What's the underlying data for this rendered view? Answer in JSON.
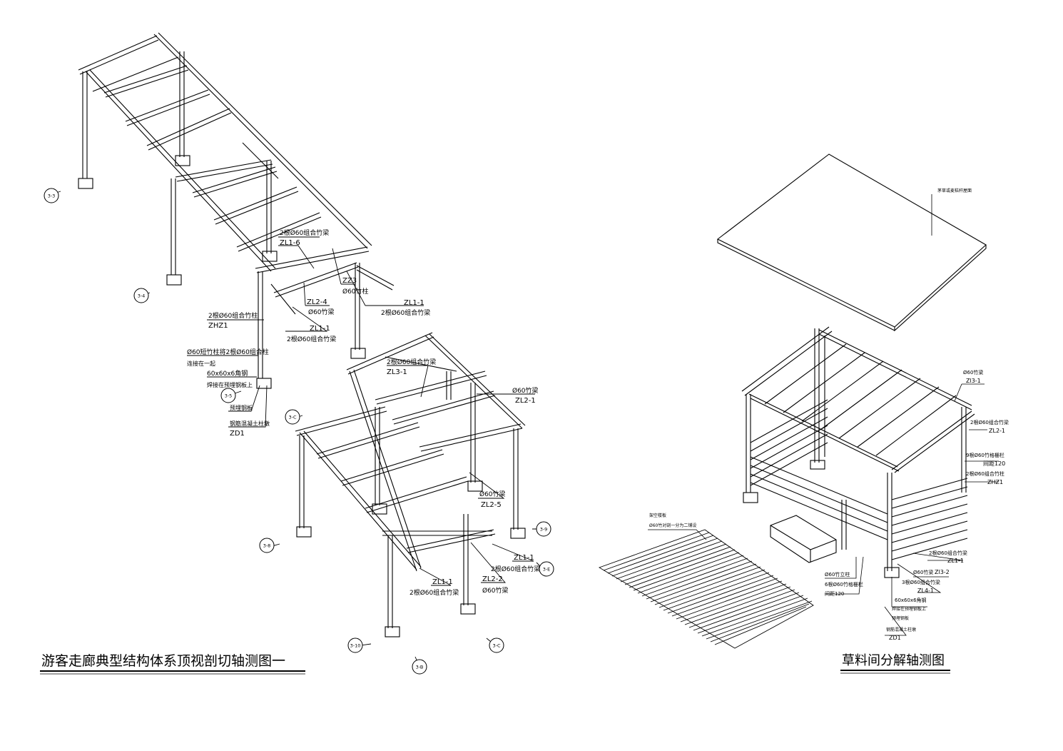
{
  "titles": {
    "left": "游客走廊典型结构体系顶视剖切轴测图一",
    "right": "草料间分解轴测图"
  },
  "section_tags": [
    "3-3",
    "3-4",
    "3-5",
    "3-C",
    "3-8",
    "3-9",
    "3-E",
    "3-10",
    "3-C",
    "3-B"
  ],
  "left_labels": [
    {
      "text": "2根Ø60组合竹梁",
      "id": "zl1-6-spec"
    },
    {
      "text": "ZL1-6",
      "id": "zl1-6"
    },
    {
      "text": "ZZ3",
      "id": "zz3"
    },
    {
      "text": "Ø60竹柱",
      "id": "zz3-spec"
    },
    {
      "text": "ZL2-4",
      "id": "zl2-4"
    },
    {
      "text": "Ø60竹梁",
      "id": "zl2-4-spec"
    },
    {
      "text": "ZL1-1",
      "id": "zl1-1-a"
    },
    {
      "text": "2根Ø60组合竹梁",
      "id": "zl1-1-a-spec"
    },
    {
      "text": "ZL1-1",
      "id": "zl1-1-b"
    },
    {
      "text": "2根Ø60组合竹梁",
      "id": "zl1-1-b-spec"
    },
    {
      "text": "2根Ø60组合竹柱",
      "id": "zhz1-spec"
    },
    {
      "text": "ZHZ1",
      "id": "zhz1"
    },
    {
      "text": "Ø60短竹柱将2根Ø60组合柱",
      "id": "note-1"
    },
    {
      "text": "连接在一起",
      "id": "note-2"
    },
    {
      "text": "60x60x6角钢",
      "id": "note-3"
    },
    {
      "text": "焊接在预埋钢板上",
      "id": "note-4"
    },
    {
      "text": "预埋钢板",
      "id": "note-5"
    },
    {
      "text": "钢筋混凝土柱墩",
      "id": "note-6"
    },
    {
      "text": "ZD1",
      "id": "zd1"
    },
    {
      "text": "2根Ø60组合竹梁",
      "id": "zl3-1-spec"
    },
    {
      "text": "ZL3-1",
      "id": "zl3-1"
    },
    {
      "text": "Ø60竹梁",
      "id": "zl2-1-spec"
    },
    {
      "text": "ZL2-1",
      "id": "zl2-1"
    },
    {
      "text": "Ø60竹梁",
      "id": "zl2-5-spec"
    },
    {
      "text": "ZL2-5",
      "id": "zl2-5"
    },
    {
      "text": "ZL1-1",
      "id": "zl1-1-c"
    },
    {
      "text": "2根Ø60组合竹梁",
      "id": "zl1-1-c-spec"
    },
    {
      "text": "ZL2-2",
      "id": "zl2-2"
    },
    {
      "text": "Ø60竹梁",
      "id": "zl2-2-spec"
    },
    {
      "text": "ZL1-1",
      "id": "zl1-1-d"
    },
    {
      "text": "2根Ø60组合竹梁",
      "id": "zl1-1-d-spec"
    }
  ],
  "right_labels": [
    {
      "text": "茅草或麦秸秆屋面",
      "id": "roof-note"
    },
    {
      "text": "Ø60竹梁",
      "id": "zl3-1-spec"
    },
    {
      "text": "Zl3-1",
      "id": "zl3-1"
    },
    {
      "text": "2根Ø60组合竹梁",
      "id": "zl2-1-spec"
    },
    {
      "text": "ZL2-1",
      "id": "zl2-1"
    },
    {
      "text": "9根Ø60竹格栅栏",
      "id": "fence-9"
    },
    {
      "text": "间距120",
      "id": "fence-9-gap"
    },
    {
      "text": "2根Ø60组合竹柱",
      "id": "zhz1-spec"
    },
    {
      "text": "ZHZ1",
      "id": "zhz1"
    },
    {
      "text": "架空楼板",
      "id": "floor-note"
    },
    {
      "text": "Ø60竹对剖一分为二铺设",
      "id": "floor-note-2"
    },
    {
      "text": "2根Ø60组合竹梁",
      "id": "zl1-1-spec"
    },
    {
      "text": "ZL1-1",
      "id": "zl1-1"
    },
    {
      "text": "Ø60竹梁",
      "id": "zl3-2-spec"
    },
    {
      "text": "Zl3-2",
      "id": "zl3-2"
    },
    {
      "text": "3根Ø60组合竹梁",
      "id": "zl4-1-spec"
    },
    {
      "text": "ZL4-1",
      "id": "zl4-1"
    },
    {
      "text": "Ø60竹立柱",
      "id": "post-note"
    },
    {
      "text": "6根Ø60竹格栅栏",
      "id": "fence-6"
    },
    {
      "text": "间距120",
      "id": "fence-6-gap"
    },
    {
      "text": "60x60x6角钢",
      "id": "angle-note"
    },
    {
      "text": "焊接在预埋钢板上",
      "id": "weld-note"
    },
    {
      "text": "预埋钢板",
      "id": "plate-note"
    },
    {
      "text": "钢筋混凝土柱墩",
      "id": "pier-note"
    },
    {
      "text": "ZD1",
      "id": "zd1"
    }
  ]
}
